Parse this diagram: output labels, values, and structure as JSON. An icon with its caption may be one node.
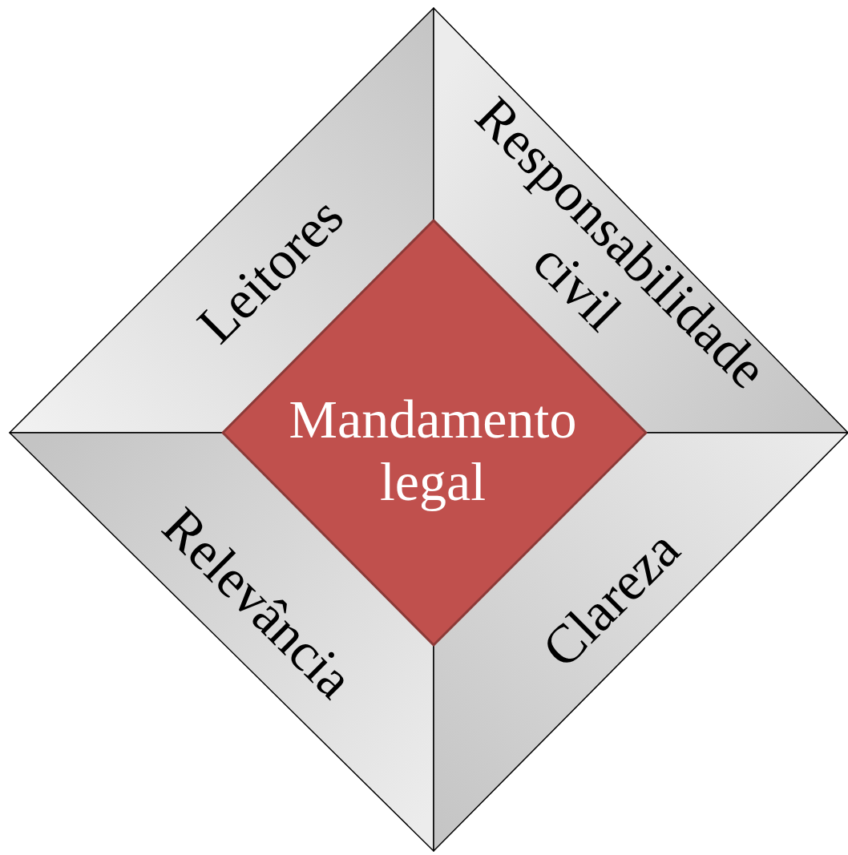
{
  "diagram": {
    "nodes": [
      {
        "text": [
          "Mandamento legal"
        ]
      },
      {
        "text": [
          "Leitores"
        ]
      },
      {
        "text": [
          "Responsabilidade civil"
        ]
      },
      {
        "text": [
          "Relevância"
        ]
      },
      {
        "text": [
          "Clareza"
        ]
      }
    ]
  }
}
